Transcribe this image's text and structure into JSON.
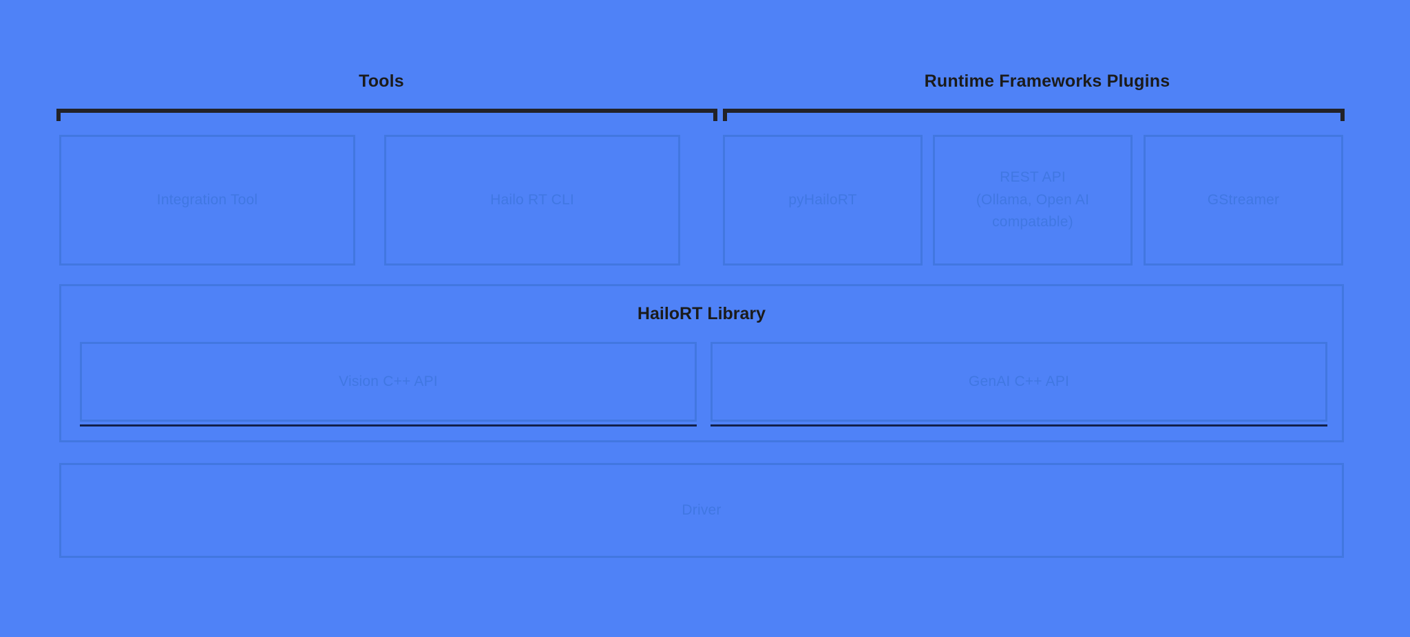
{
  "diagram": {
    "background_color": "#4f82f7",
    "box_border_color": "#4277e0",
    "box_label_color": "#4077e2",
    "heading_color": "#1b1b1b",
    "bracket_color": "#222228",
    "underline_color": "#12204a"
  },
  "groups": {
    "tools": {
      "title": "Tools",
      "items": [
        {
          "label": "Integration Tool"
        },
        {
          "label": "Hailo RT CLI"
        }
      ]
    },
    "runtime_frameworks_plugins": {
      "title": "Runtime Frameworks Plugins",
      "items": [
        {
          "label": "pyHailoRT"
        },
        {
          "label_line1": "REST API",
          "label_line2": "(Ollama, Open AI",
          "label_line3": "compatable)"
        },
        {
          "label": "GStreamer"
        }
      ]
    }
  },
  "library": {
    "title": "HailoRT Library",
    "apis": [
      {
        "label": "Vision C++ API"
      },
      {
        "label": "GenAI C++ API"
      }
    ]
  },
  "driver": {
    "label": "Driver"
  }
}
